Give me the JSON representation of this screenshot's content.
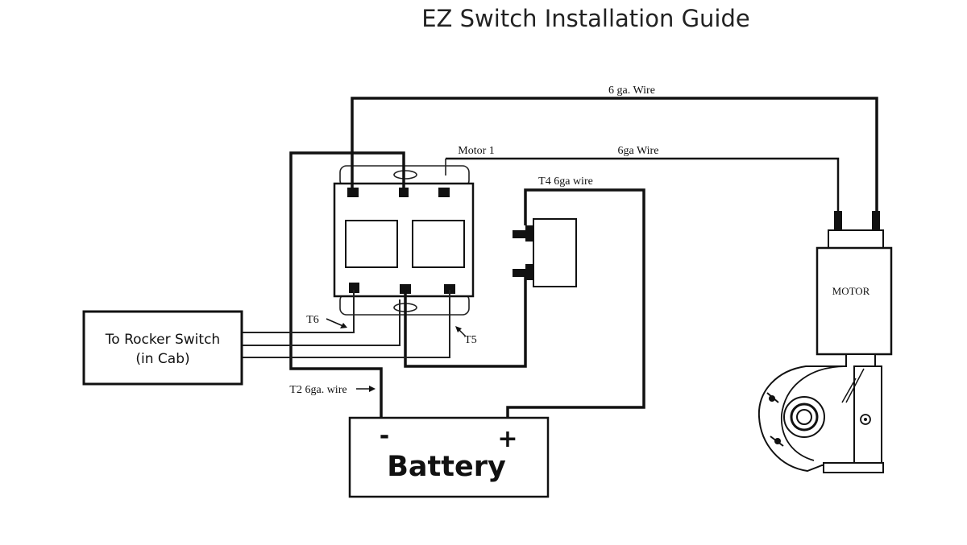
{
  "title": "EZ Switch Installation Guide",
  "labels": {
    "wire_top": "6 ga. Wire",
    "motor1": "Motor 1",
    "wire_second": "6ga Wire",
    "t4": "T4 6ga wire",
    "t6": "T6",
    "t5": "T5",
    "t2": "T2 6ga. wire",
    "motor": "MOTOR"
  },
  "rocker_switch": {
    "line1": "To Rocker Switch",
    "line2": "(in Cab)"
  },
  "battery": {
    "label": "Battery",
    "negative": "-",
    "positive": "+"
  },
  "colors": {
    "wire": "#111111",
    "background": "#ffffff"
  }
}
